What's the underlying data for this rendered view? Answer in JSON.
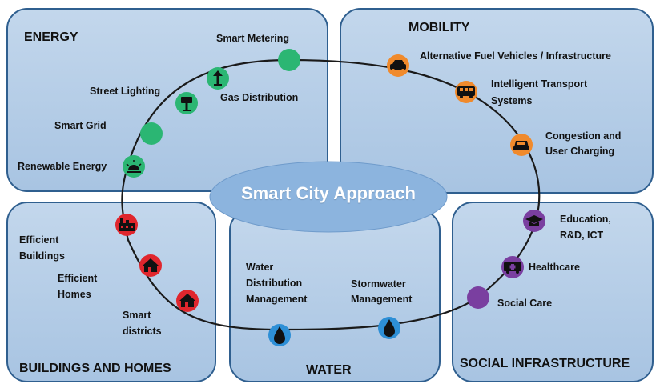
{
  "center_label": "Smart City Approach",
  "colors": {
    "energy": "#2bb673",
    "mobility": "#f08a2c",
    "buildings": "#e0262d",
    "water": "#2d8fd6",
    "social": "#7a3fa0",
    "panel": "#b5cde7",
    "ellipse": "#8cb4de"
  },
  "panels": {
    "energy": {
      "title": "ENERGY",
      "items": [
        "Smart Metering",
        "Street Lighting",
        "Gas Distribution",
        "Smart Grid",
        "Renewable Energy"
      ]
    },
    "mobility": {
      "title": "MOBILITY",
      "items": [
        "Alternative Fuel Vehicles / Infrastructure",
        "Intelligent Transport",
        "Systems",
        "Congestion and",
        "User Charging"
      ]
    },
    "buildings": {
      "title": "BUILDINGS AND HOMES",
      "items": [
        "Efficient",
        "Buildings",
        "Efficient",
        "Homes",
        "Smart",
        "districts"
      ]
    },
    "water": {
      "title": "WATER",
      "items": [
        "Water",
        "Distribution",
        "Management",
        "Stormwater",
        "Management"
      ]
    },
    "social": {
      "title": "SOCIAL INFRASTRUCTURE",
      "items": [
        "Education,",
        "R&D, ICT",
        "Healthcare",
        "Social Care"
      ]
    }
  },
  "icons": {
    "smart_metering": "plain-circle",
    "gas_distribution": "street-light-icon",
    "street_lighting": "lamp-icon",
    "smart_grid": "plain-circle",
    "renewable_energy": "sun-icon",
    "alt_fuel": "car-icon",
    "transport": "bus-icon",
    "congestion": "car-front-icon",
    "education": "graduation-cap-icon",
    "healthcare": "ambulance-icon",
    "social_care": "plain-circle",
    "stormwater": "water-drop-icon",
    "water_distribution": "water-drop-icon",
    "smart_districts": "house-icon",
    "efficient_homes": "house-icon",
    "efficient_buildings": "factory-icon"
  }
}
